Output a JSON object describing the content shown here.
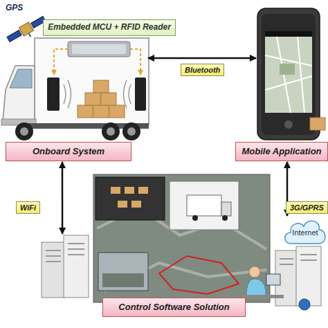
{
  "diagram": {
    "nodes": [
      {
        "text": [
          "Embedded MCU + RFID Reader"
        ]
      },
      {
        "text": [
          "Onboard System"
        ]
      },
      {
        "text": [
          "Mobile Application"
        ]
      },
      {
        "text": [
          "Internet"
        ]
      },
      {
        "text": [
          "Control Software Solution"
        ]
      }
    ],
    "edges": [
      {
        "from": 1,
        "to": 2,
        "arrow": "both",
        "label": "Bluetooth"
      },
      {
        "from": 1,
        "to": 4,
        "arrow": "both",
        "label": "WiFi"
      },
      {
        "from": 2,
        "to": 3,
        "arrow": "both",
        "label": "3G/GPRS"
      }
    ],
    "labels": [
      "GPS"
    ]
  }
}
